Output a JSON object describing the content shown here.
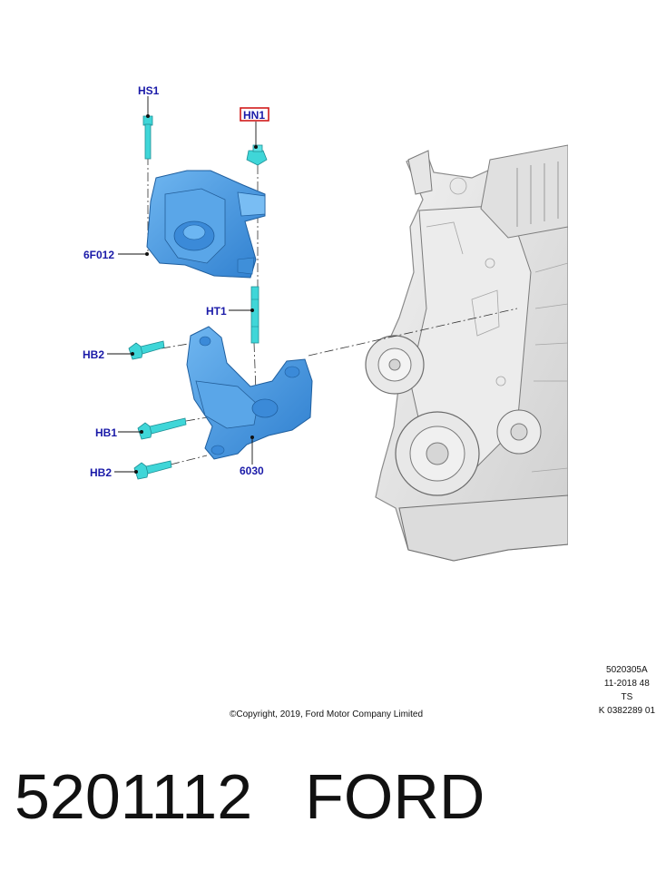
{
  "callouts": {
    "hs1": "HS1",
    "hn1": "HN1",
    "f6012": "6F012",
    "ht1": "HT1",
    "hb2_top": "HB2",
    "hb1": "HB1",
    "hb2_bottom": "HB2",
    "p6030": "6030"
  },
  "highlighted_callout": "HN1",
  "colors": {
    "part_blue": "#4a9ee6",
    "fastener_cyan": "#3fd6d8",
    "label_blue": "#1a1aa8",
    "highlight_red": "#d11a1a",
    "engine_gray": "#e4e4e4"
  },
  "meta": {
    "code1": "5020305A",
    "code2": "11-2018 48",
    "code3": "TS",
    "code4": "K 0382289 01",
    "copyright": "©Copyright, 2019, Ford Motor Company Limited"
  },
  "footer": {
    "part_number": "5201112",
    "brand": "FORD"
  }
}
